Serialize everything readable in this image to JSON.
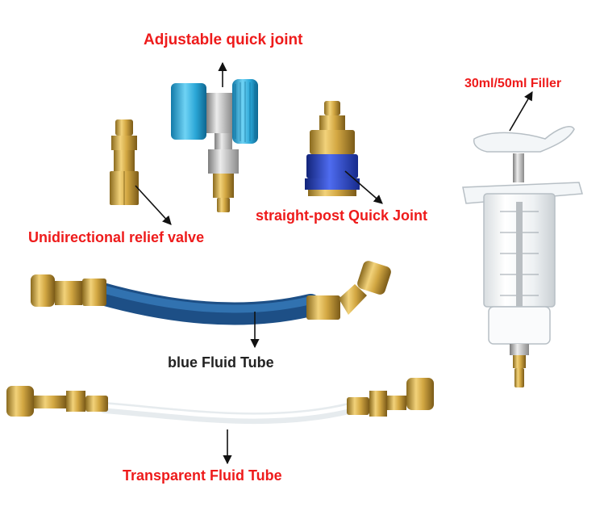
{
  "labels": {
    "adjustable_quick_joint": "Adjustable quick joint",
    "filler": "30ml/50ml Filler",
    "straight_post_quick_joint": "straight-post Quick Joint",
    "unidirectional_relief_valve": "Unidirectional relief valve",
    "blue_fluid_tube": "blue Fluid Tube",
    "transparent_fluid_tube": "Transparent Fluid Tube"
  },
  "colors": {
    "label_red": "#ee1b1b",
    "label_dark": "#222222",
    "brass": "#c9a23a",
    "anodized_blue": "#2aa6d6",
    "hose_blue": "#2a6aa8",
    "cobalt_blue": "#2346c8"
  }
}
